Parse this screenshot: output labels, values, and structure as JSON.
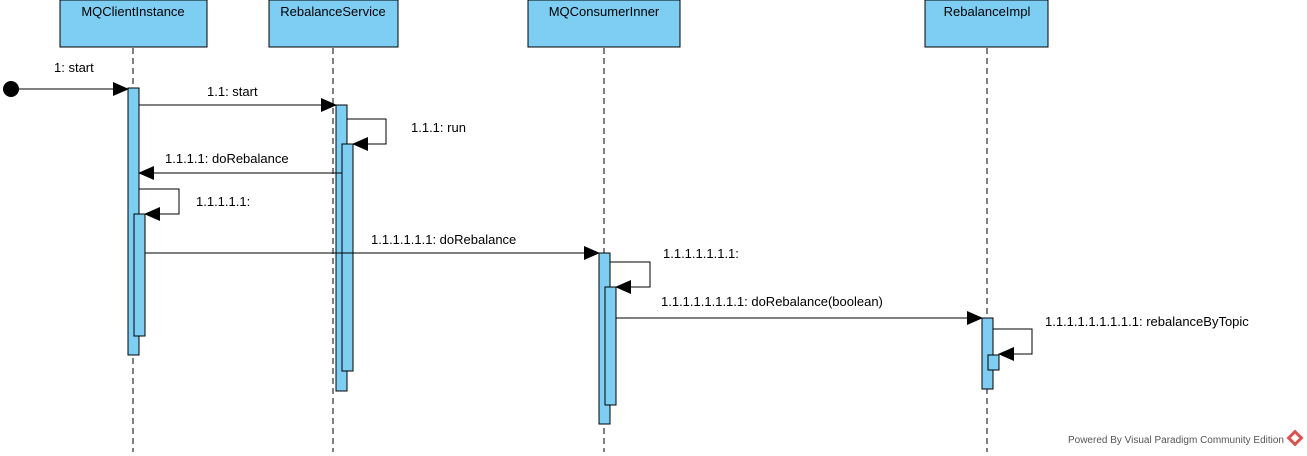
{
  "colors": {
    "header_fill": "#7ecef4",
    "activation_fill": "#7ecef4",
    "stroke": "#000000",
    "logo": "#d9534f"
  },
  "lifelines": {
    "mqclientinstance": "MQClientInstance",
    "rebalanceservice": "RebalanceService",
    "mqconsumerinner": "MQConsumerInner",
    "rebalanceimpl": "RebalanceImpl"
  },
  "messages": {
    "m1": "1: start",
    "m1_1": "1.1: start",
    "m1_1_1": "1.1.1: run",
    "m1_1_1_1": "1.1.1.1: doRebalance",
    "m1_1_1_1_1": "1.1.1.1.1:",
    "m1_1_1_1_1_1": "1.1.1.1.1.1: doRebalance",
    "m1_1_1_1_1_1_1": "1.1.1.1.1.1.1:",
    "m1_1_1_1_1_1_1_1": "1.1.1.1.1.1.1.1: doRebalance(boolean)",
    "m1_1_1_1_1_1_1_1_1": "1.1.1.1.1.1.1.1.1: rebalanceByTopic"
  },
  "footer": {
    "text": "Powered By Visual Paradigm Community Edition",
    "logo_icon": "visual-paradigm-logo-icon"
  }
}
